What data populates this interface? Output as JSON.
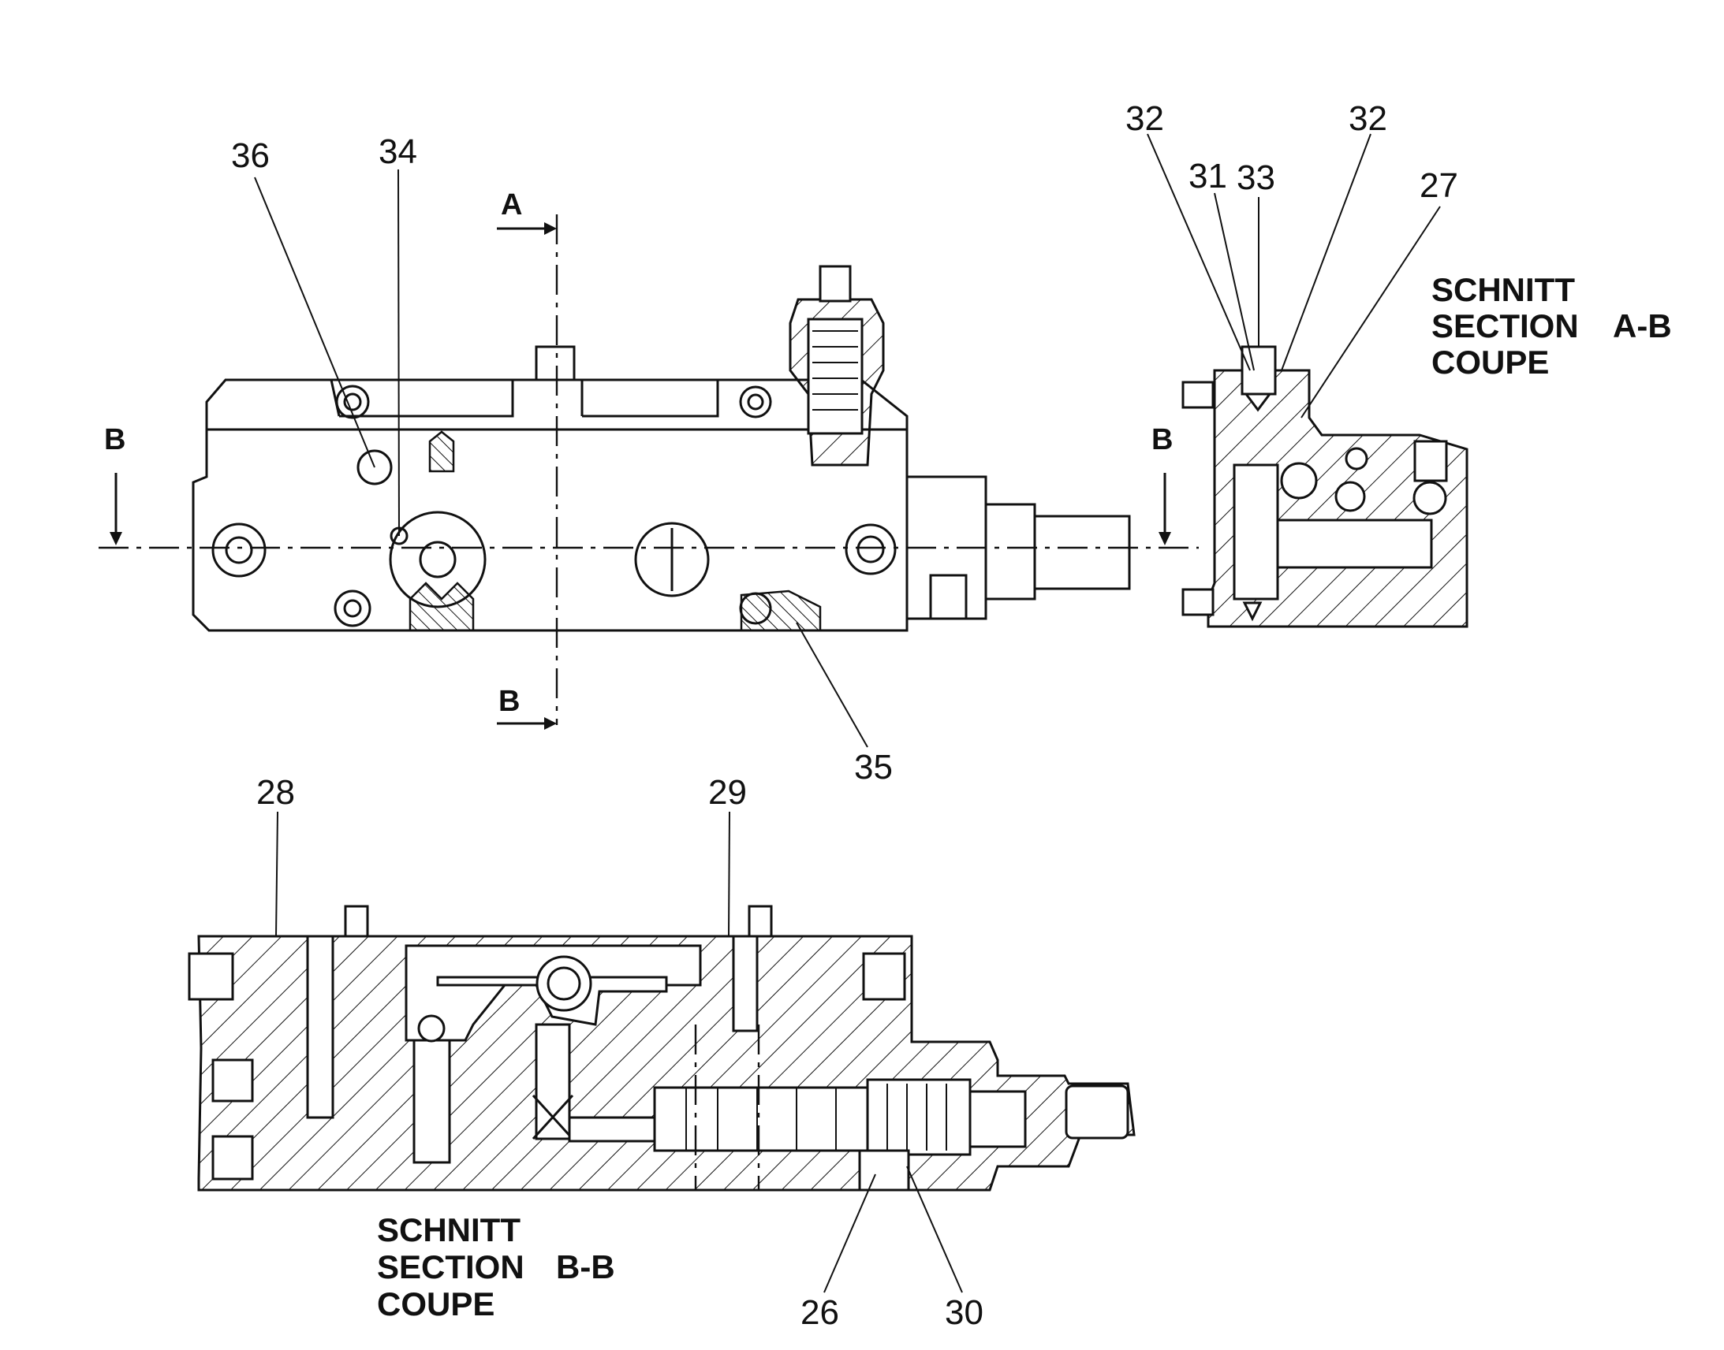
{
  "callouts": {
    "c36": "36",
    "c34": "34",
    "c35": "35",
    "c32a": "32",
    "c32b": "32",
    "c31": "31",
    "c33": "33",
    "c27": "27",
    "c28": "28",
    "c29": "29",
    "c26": "26",
    "c30": "30"
  },
  "section_markers": {
    "a_top": "A",
    "b_bottom": "B",
    "b_left": "B",
    "b_right": "B"
  },
  "captions": {
    "ab": {
      "line1": "SCHNITT",
      "line2": "SECTION",
      "line2b": "A-B",
      "line3": "COUPE"
    },
    "bb": {
      "line1": "SCHNITT",
      "line2": "SECTION",
      "line2b": "B-B",
      "line3": "COUPE"
    }
  }
}
